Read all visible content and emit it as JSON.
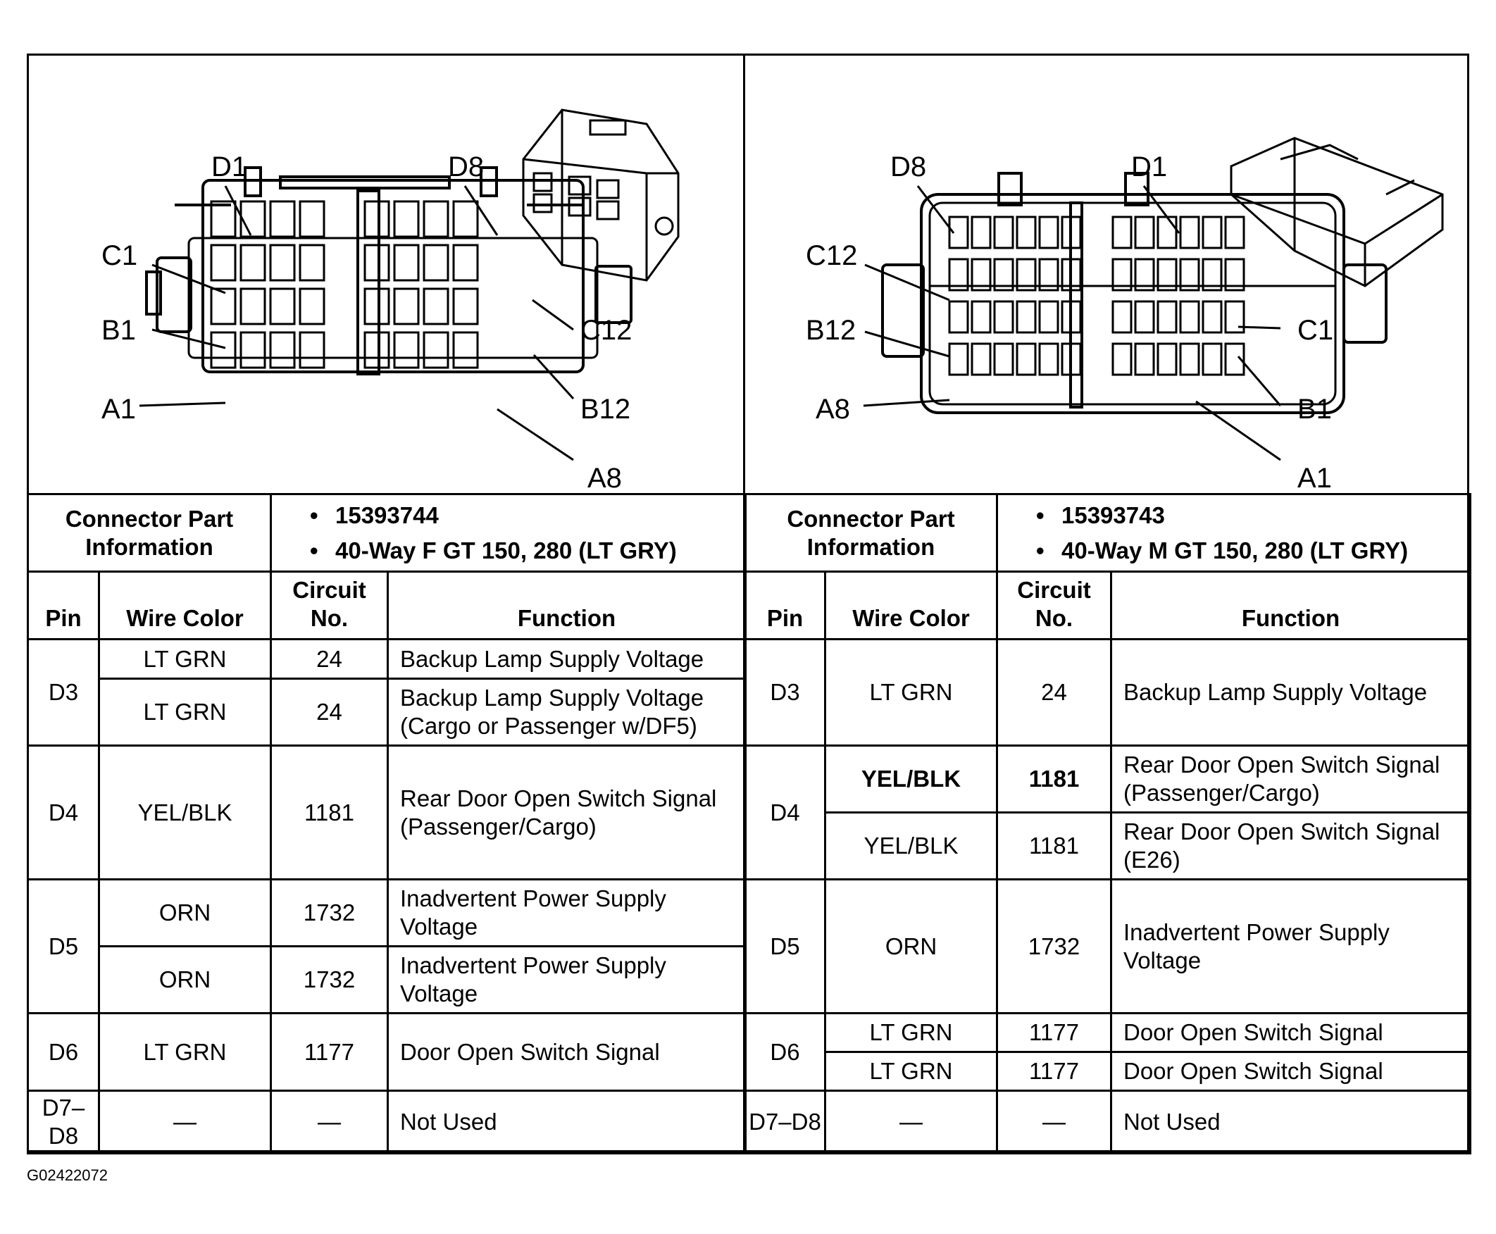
{
  "left": {
    "callouts": [
      "D1",
      "D8",
      "C1",
      "B1",
      "A1",
      "C12",
      "B12",
      "A8"
    ],
    "part_label": "Connector Part Information",
    "part_info": [
      "15393744",
      "40-Way F GT 150, 280 (LT GRY)"
    ],
    "headers": {
      "pin": "Pin",
      "wire": "Wire Color",
      "circuit": "Circuit No.",
      "function": "Function"
    },
    "rows": [
      {
        "pin": "D3",
        "wire": "LT GRN",
        "circuit": "24",
        "function": "Backup Lamp Supply Voltage"
      },
      {
        "wire": "LT GRN",
        "circuit": "24",
        "function": "Backup Lamp Supply Voltage (Cargo or Passenger w/DF5)"
      },
      {
        "pin": "D4",
        "wire": "YEL/BLK",
        "circuit": "1181",
        "function": "Rear Door Open Switch Signal (Passenger/Cargo)"
      },
      {
        "pin": "D5",
        "wire": "ORN",
        "circuit": "1732",
        "function": "Inadvertent Power Supply Voltage"
      },
      {
        "wire": "ORN",
        "circuit": "1732",
        "function": "Inadvertent Power Supply Voltage"
      },
      {
        "pin": "D6",
        "wire": "LT GRN",
        "circuit": "1177",
        "function": "Door Open Switch Signal"
      },
      {
        "pin": "D7–D8",
        "wire": "—",
        "circuit": "—",
        "function": "Not Used"
      }
    ]
  },
  "right": {
    "callouts": [
      "D8",
      "D1",
      "C12",
      "B12",
      "A8",
      "C1",
      "B1",
      "A1"
    ],
    "part_label": "Connector Part Information",
    "part_info": [
      "15393743",
      "40-Way M GT 150, 280 (LT GRY)"
    ],
    "headers": {
      "pin": "Pin",
      "wire": "Wire Color",
      "circuit": "Circuit No.",
      "function": "Function"
    },
    "rows": [
      {
        "pin": "D3",
        "wire": "LT GRN",
        "circuit": "24",
        "function": "Backup Lamp Supply Voltage"
      },
      {
        "pin": "D4",
        "wire": "YEL/BLK",
        "circuit": "1181",
        "function": "Rear Door Open Switch Signal (Passenger/Cargo)"
      },
      {
        "wire": "YEL/BLK",
        "circuit": "1181",
        "function": "Rear Door Open Switch Signal (E26)"
      },
      {
        "pin": "D5",
        "wire": "ORN",
        "circuit": "1732",
        "function": "Inadvertent Power Supply Voltage"
      },
      {
        "pin": "D6",
        "wire": "LT GRN",
        "circuit": "1177",
        "function": "Door Open Switch Signal"
      },
      {
        "wire": "LT GRN",
        "circuit": "1177",
        "function": "Door Open Switch Signal"
      },
      {
        "pin": "D7–D8",
        "wire": "—",
        "circuit": "—",
        "function": "Not Used"
      }
    ]
  },
  "figure_id": "G02422072"
}
